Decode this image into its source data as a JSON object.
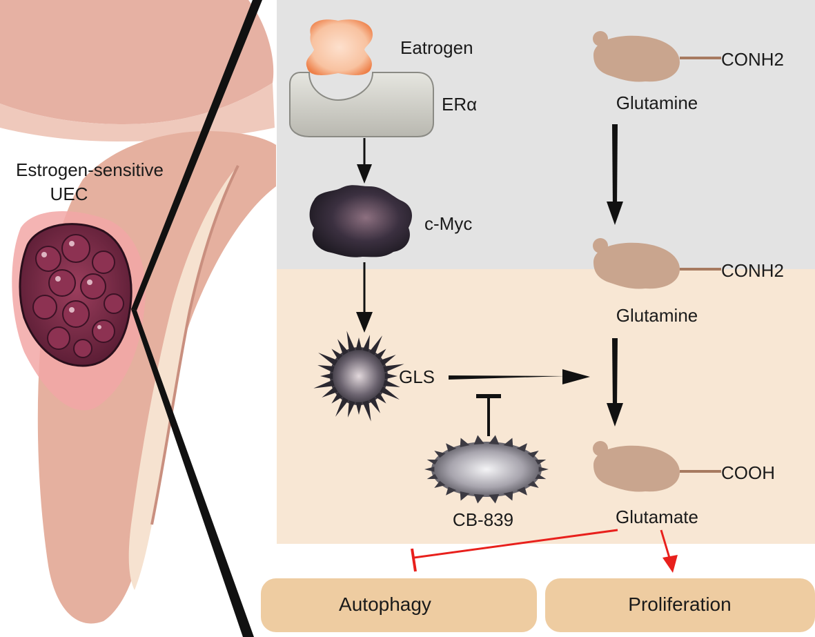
{
  "colors": {
    "nucleus_bg": "#e3e3e3",
    "cytoplasm_bg": "#f8e7d4",
    "box_fill": "#eecca1",
    "tissue": "#e7b4a6",
    "tumor": "#7a2a47",
    "arrow_black": "#111111",
    "arrow_red": "#e8201c",
    "molecule": "#c9a58e"
  },
  "left": {
    "tumor_label_line1": "Estrogen-sensitive",
    "tumor_label_line2": "UEC"
  },
  "nodes": {
    "estrogen": "Eatrogen",
    "er_alpha": "ERα",
    "c_myc": "c-Myc",
    "gls": "GLS",
    "cb839": "CB-839",
    "glutamine_top": "Glutamine",
    "glutamine_top_group": "CONH2",
    "glutamine_mid": "Glutamine",
    "glutamine_mid_group": "CONH2",
    "glutamate": "Glutamate",
    "glutamate_group": "COOH"
  },
  "outcomes": {
    "autophagy": "Autophagy",
    "proliferation": "Proliferation"
  }
}
